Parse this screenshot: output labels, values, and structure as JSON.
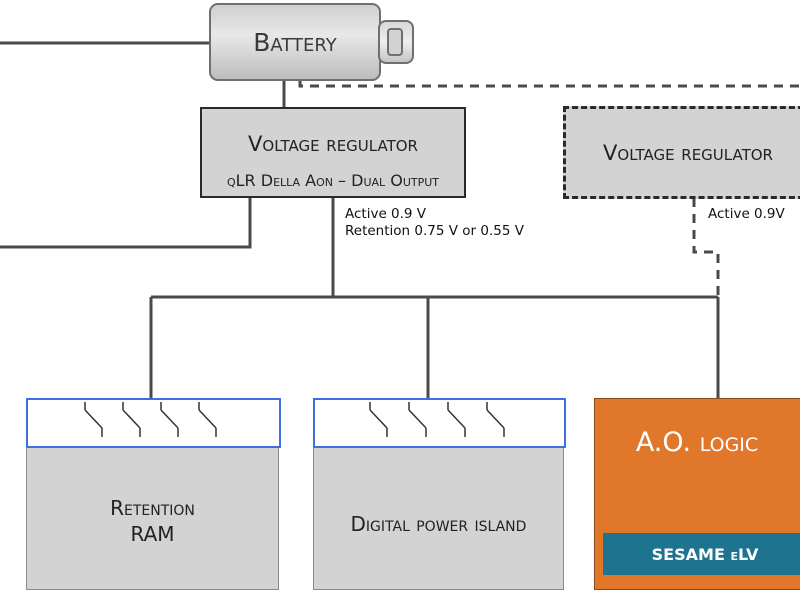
{
  "battery": {
    "label": "Battery"
  },
  "regulator_main": {
    "title": "Voltage regulator",
    "subtitle": "qLR Della Aon – Dual Output",
    "note_line1": "Active 0.9 V",
    "note_line2": "Retention 0.75 V or 0.55 V"
  },
  "regulator_secondary": {
    "title": "Voltage regulator",
    "note": "Active 0.9V"
  },
  "retention_ram": {
    "label_line1": "Retention",
    "label_line2": "RAM"
  },
  "digital_power_island": {
    "label": "Digital power island"
  },
  "ao_logic": {
    "title": "A.O. logic",
    "badge": "SESAME eLV"
  },
  "colors": {
    "switch_border": "#3d6fe0",
    "box_fill": "#d3d3d3",
    "ao_fill": "#e0772b",
    "badge_fill": "#1e7490"
  }
}
